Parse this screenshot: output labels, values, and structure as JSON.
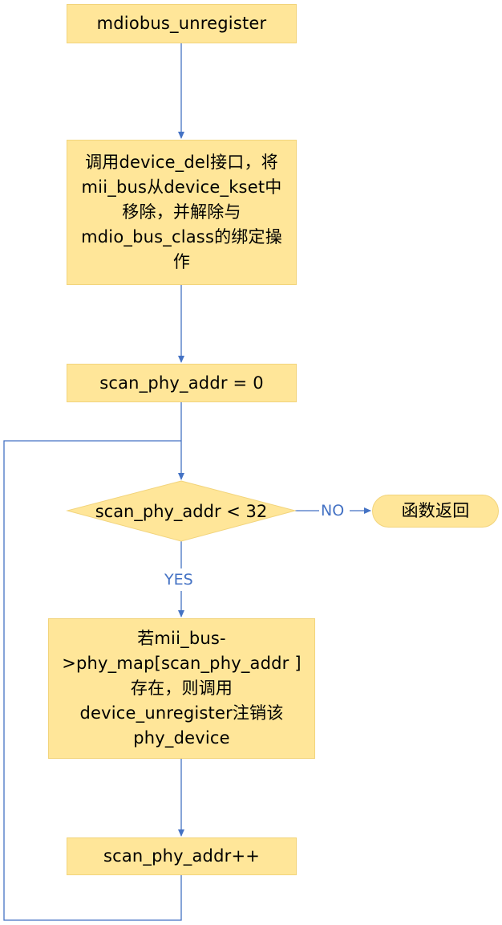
{
  "colors": {
    "node_fill": "#ffe699",
    "connector": "#4472c4",
    "text": "#000000"
  },
  "nodes": {
    "unregister": "mdiobus_unregister",
    "device_del": [
      "调用device_del接口，将",
      "mii_bus从device_kset中",
      "移除，并解除与",
      "mdio_bus_class的绑定操",
      "作"
    ],
    "init": "scan_phy_addr = 0",
    "decision": "scan_phy_addr < 32",
    "return": "函数返回",
    "unregister_phy": [
      "若mii_bus-",
      ">phy_map[scan_phy_addr ]",
      "存在，则调用",
      "device_unregister注销该",
      "phy_device"
    ],
    "increment": "scan_phy_addr++"
  },
  "edge_labels": {
    "no": "NO",
    "yes": "YES"
  }
}
